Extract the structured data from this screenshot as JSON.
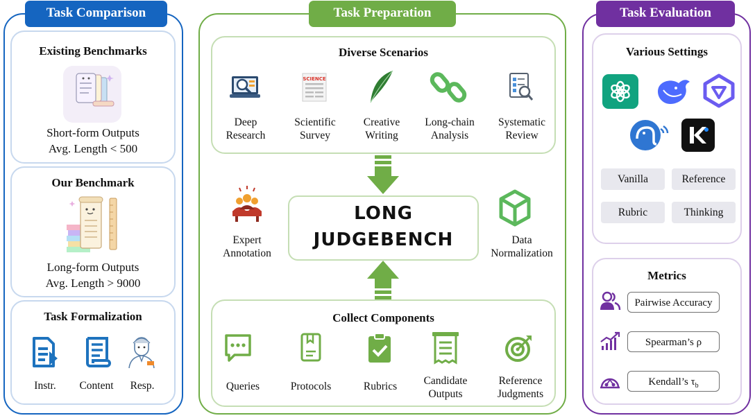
{
  "colors": {
    "blue": "#1565c0",
    "green": "#70ad47",
    "purple": "#7030a0"
  },
  "comparison": {
    "header": "Task Comparison",
    "existing": {
      "title": "Existing Benchmarks",
      "line1": "Short-form Outputs",
      "line2": "Avg. Length < 500"
    },
    "ours": {
      "title": "Our Benchmark",
      "line1": "Long-form Outputs",
      "line2": "Avg. Length > 9000"
    },
    "formalization": {
      "title": "Task Formalization",
      "items": [
        "Instr.",
        "Content",
        "Resp."
      ]
    }
  },
  "preparation": {
    "header": "Task Preparation",
    "scenarios": {
      "title": "Diverse Scenarios",
      "items": [
        {
          "l1": "Deep",
          "l2": "Research",
          "icon": "research-icon"
        },
        {
          "l1": "Scientific",
          "l2": "Survey",
          "icon": "science-paper-icon"
        },
        {
          "l1": "Creative",
          "l2": "Writing",
          "icon": "feather-icon"
        },
        {
          "l1": "Long-chain",
          "l2": "Analysis",
          "icon": "chain-link-icon"
        },
        {
          "l1": "Systematic",
          "l2": "Review",
          "icon": "document-search-icon"
        }
      ]
    },
    "center": {
      "line1": "LONG",
      "line2": "JUDGEBENCH"
    },
    "expert": {
      "l1": "Expert",
      "l2": "Annotation"
    },
    "normalization": {
      "l1": "Data",
      "l2": "Normalization"
    },
    "components": {
      "title": "Collect Components",
      "items": [
        {
          "l1": "Queries",
          "l2": "",
          "icon": "chat-bubble-icon"
        },
        {
          "l1": "Protocols",
          "l2": "",
          "icon": "protocol-doc-icon"
        },
        {
          "l1": "Rubrics",
          "l2": "",
          "icon": "checkbox-icon"
        },
        {
          "l1": "Candidate",
          "l2": "Outputs",
          "icon": "receipt-icon"
        },
        {
          "l1": "Reference",
          "l2": "Judgments",
          "icon": "target-icon"
        }
      ]
    }
  },
  "evaluation": {
    "header": "Task Evaluation",
    "settings": {
      "title": "Various Settings",
      "items": [
        "Vanilla",
        "Reference",
        "Rubric",
        "Thinking"
      ]
    },
    "metrics": {
      "title": "Metrics",
      "items": [
        "Pairwise Accuracy",
        "Spearman’s ρ",
        "Kendall’s τ"
      ],
      "kendall_sub": "b"
    }
  }
}
